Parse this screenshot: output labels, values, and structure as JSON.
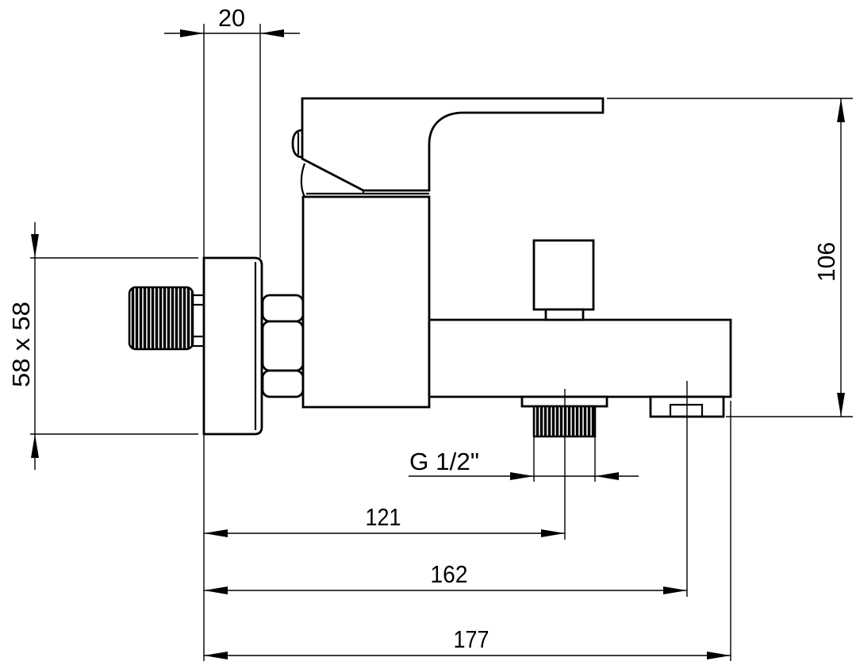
{
  "colors": {
    "line": "#000000",
    "background": "#ffffff"
  },
  "dimensions": {
    "wall_offset": "20",
    "height": "106",
    "plate_size": "58 x 58",
    "outlet_thread": "G 1/2\"",
    "outlet_distance": "121",
    "aerator_distance": "162",
    "overall_length": "177"
  }
}
